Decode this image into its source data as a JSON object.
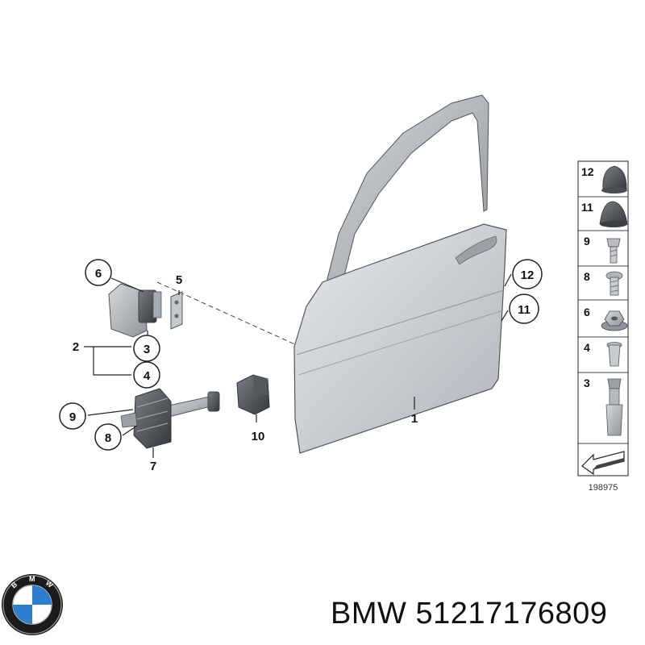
{
  "callouts": {
    "c1": "1",
    "c2": "2",
    "c3": "3",
    "c4": "4",
    "c5": "5",
    "c6": "6",
    "c7": "7",
    "c8": "8",
    "c9": "9",
    "c10": "10",
    "c11": "11",
    "c12": "12"
  },
  "legend": {
    "rows": [
      "12",
      "11",
      "9",
      "8",
      "6",
      "4",
      "3"
    ],
    "diagram_code": "198975"
  },
  "footer": {
    "brand": "BMW",
    "part_number": "51217176809",
    "logo_letters": "BMW"
  }
}
